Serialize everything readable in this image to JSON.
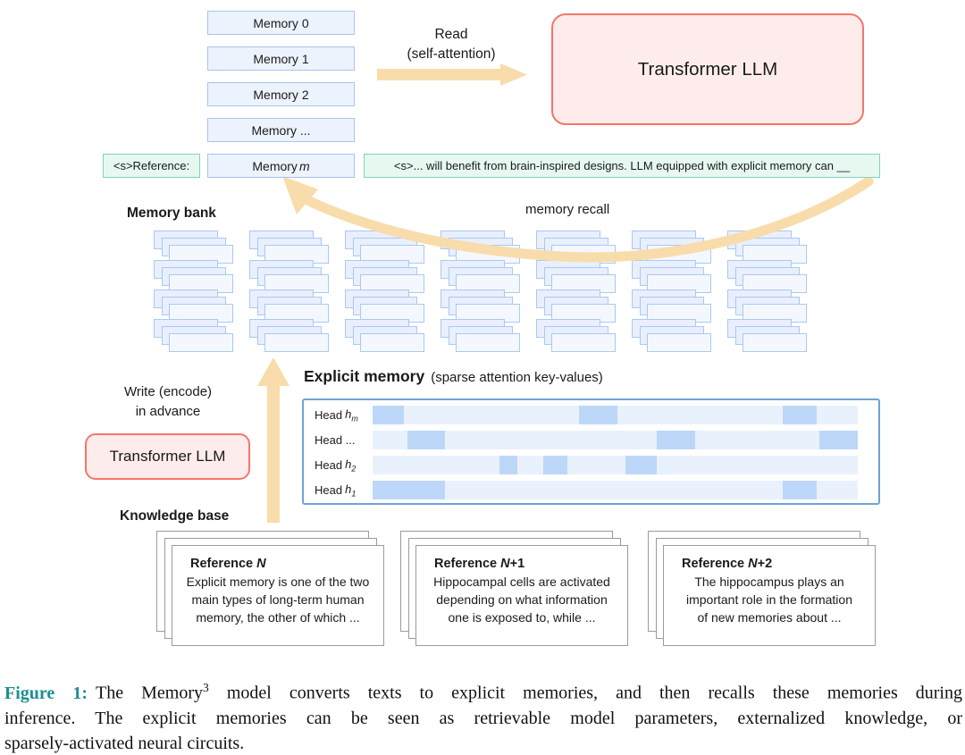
{
  "colors": {
    "arrow_tan": "#f8dcab",
    "box_blue_fill": "#edf3fd",
    "box_blue_border": "#a6c4ef",
    "green_fill": "#e7f8f1",
    "green_border": "#7fd4bc",
    "pink_fill": "#fdeceb",
    "pink_border": "#f4766b",
    "bank_fill_back": "#e9effc",
    "bank_fill_front": "#f4f8fe",
    "bank_border": "#a9c9f3",
    "em_box_border": "#6da2db",
    "bar_bg": "#e9f1fd",
    "bar_segment": "#bdd7f8",
    "card_border": "#9b9b9b",
    "caption_label": "#1d8f8f"
  },
  "diagram": {
    "memory_stack": [
      {
        "text": "Memory 0"
      },
      {
        "text": "Memory 1"
      },
      {
        "text": "Memory 2"
      },
      {
        "text": "Memory ..."
      },
      {
        "text": "Memory",
        "italic": "m"
      }
    ],
    "read_label_line1": "Read",
    "read_label_line2": "(self-attention)",
    "transformer_top": "Transformer LLM",
    "reference_token": "<s>Reference:",
    "context_text": "<s>... will benefit from brain-inspired designs. LLM equipped with explicit memory can __",
    "memory_bank_label": "Memory bank",
    "memory_recall_label": "memory recall",
    "memory_bank": {
      "rows": 4,
      "cols": 7,
      "layers_per_stack": 3
    },
    "write_label_line1": "Write (encode)",
    "write_label_line2": "in advance",
    "transformer_bottom": "Transformer LLM",
    "knowledge_base_label": "Knowledge base",
    "explicit_memory": {
      "title": "Explicit memory",
      "subtitle": "(sparse attention key-values)",
      "rows": [
        {
          "prefix": "Head",
          "var": "h",
          "sub": "m",
          "segments": [
            [
              0,
              0.065
            ],
            [
              0.425,
              0.505
            ],
            [
              0.845,
              0.915
            ]
          ]
        },
        {
          "prefix": "Head ...",
          "var": "",
          "sub": "",
          "segments": [
            [
              0.072,
              0.15
            ],
            [
              0.585,
              0.665
            ],
            [
              0.92,
              1.0
            ]
          ]
        },
        {
          "prefix": "Head",
          "var": "h",
          "sub": "2",
          "segments": [
            [
              0.262,
              0.298
            ],
            [
              0.352,
              0.402
            ],
            [
              0.522,
              0.585
            ]
          ]
        },
        {
          "prefix": "Head",
          "var": "h",
          "sub": "1",
          "segments": [
            [
              0,
              0.15
            ],
            [
              0.845,
              0.915
            ]
          ]
        }
      ]
    },
    "references": [
      {
        "title_prefix": "Reference ",
        "title_var": "N",
        "title_suffix": "",
        "lines": [
          "Explicit memory is one of the two",
          "main types of long-term human",
          "memory, the other of which ..."
        ]
      },
      {
        "title_prefix": "Reference ",
        "title_var": "N",
        "title_suffix": "+1",
        "lines": [
          "Hippocampal cells are activated",
          "depending on what information",
          "one is exposed to, while ..."
        ]
      },
      {
        "title_prefix": "Reference ",
        "title_var": "N",
        "title_suffix": "+2",
        "lines": [
          "The hippocampus plays an",
          "important role in the formation",
          "of new memories about ..."
        ]
      }
    ]
  },
  "caption": {
    "label": "Figure 1:",
    "line1_pre_sup": "The Memory",
    "sup": "3",
    "line1_post_sup": " model converts texts to explicit memories, and then recalls these memories during",
    "line2": "inference. The explicit memories can be seen as retrievable model parameters, externalized knowledge, or",
    "line3": "sparsely-activated neural circuits."
  }
}
